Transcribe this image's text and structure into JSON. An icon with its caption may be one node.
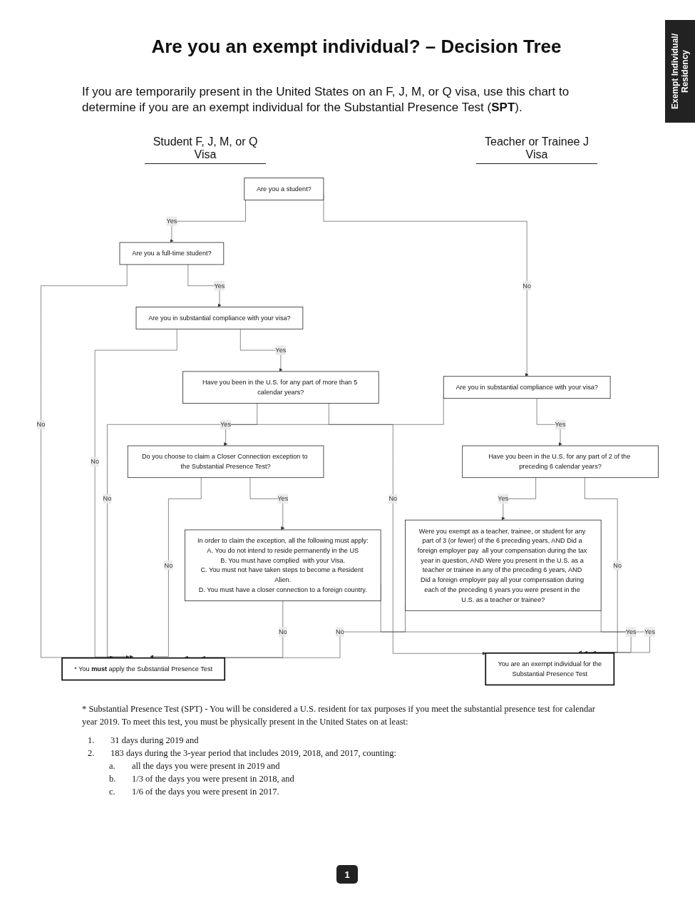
{
  "diagram": {
    "title": "Are you an exempt individual? – Decision Tree",
    "nodes": [
      {
        "text": [
          "Are you a full-time student?"
        ]
      },
      {
        "text": [
          "Are you in substantial compliance with your visa?"
        ]
      },
      {
        "text": [
          "Have you been in the U.S. for any part of more than 5 calendar years?"
        ]
      },
      {
        "text": [
          "Do you choose to claim a Closer Connection exception to the Substantial Presence Test?"
        ]
      },
      {
        "text": [
          "In order to claim the exception, all the following must apply:",
          "A. You do not intend to reside permanently in the US",
          "B. You must have complied  with your Visa.",
          "C. You must not have taken steps to become a Resident Alien.",
          "D. You must have a closer connection to a foreign country."
        ]
      },
      {
        "text": [
          "You are an exempt individual for the",
          "Substantial Presence Test"
        ]
      },
      {
        "text": [
          "* You **must** apply the Substantial Presence Test"
        ]
      },
      {
        "text": [
          "Are you a student?"
        ]
      },
      {
        "text": [
          "Are you in substantial compliance with your visa?"
        ]
      },
      {
        "text": [
          "Have you been in the U.S. for any part of 2 of the preceding 6 calendar years?"
        ]
      },
      {
        "text": [
          "Were you exempt as a teacher, trainee, or student for any part of 3 (or fewer) of the 6 preceding years, AND Did a foreign employer pay  all your compensation during the tax year in question, AND Were you present in the U.S. as a teacher or trainee in any of the preceding 6 years, AND Did a foreign employer pay all your compensation during each of the preceding 6 years you were present in the U.S. as a teacher or trainee?"
        ]
      }
    ],
    "edges": [
      {
        "from": 0,
        "to": 6,
        "arrow": "to",
        "label": "No"
      },
      {
        "from": 0,
        "to": 1,
        "arrow": "to",
        "label": "Yes"
      },
      {
        "from": 7,
        "to": 0,
        "arrow": "to",
        "label": "Yes"
      },
      {
        "from": 7,
        "to": 8,
        "arrow": "to",
        "label": "No"
      },
      {
        "from": 1,
        "to": 6,
        "arrow": "to",
        "label": "No"
      },
      {
        "from": 1,
        "to": 2,
        "arrow": "to",
        "label": "Yes"
      },
      {
        "from": 8,
        "to": 9,
        "arrow": "to",
        "label": "Yes"
      },
      {
        "from": 8,
        "to": 6,
        "arrow": "to",
        "label": "No"
      },
      {
        "from": 2,
        "to": 3,
        "arrow": "to",
        "label": "Yes"
      },
      {
        "from": 2,
        "to": 5,
        "arrow": "to",
        "label": "No"
      },
      {
        "from": 9,
        "to": 5,
        "arrow": "to",
        "label": "No"
      },
      {
        "from": 9,
        "to": 10,
        "arrow": "to",
        "label": "Yes"
      },
      {
        "from": 3,
        "to": 6,
        "arrow": "to",
        "label": "No"
      },
      {
        "from": 3,
        "to": 4,
        "arrow": "to",
        "label": "Yes"
      },
      {
        "from": 4,
        "to": 6,
        "arrow": "to",
        "label": "No"
      },
      {
        "from": 4,
        "to": 5,
        "arrow": "to",
        "label": "Yes"
      },
      {
        "from": 10,
        "to": 5,
        "arrow": "to",
        "label": "Yes"
      },
      {
        "from": 10,
        "to": 6,
        "arrow": "to",
        "label": "No"
      }
    ],
    "labels": [
      "Exempt Individual/ Residency",
      "If you are temporarily present in the United States on an F, J, M, or Q visa, use this chart to determine if you are an exempt individual for the Substantial Presence Test (**SPT**).",
      "Student F, J, M, or Q Visa",
      "Teacher or Trainee J Visa",
      "* Substantial Presence Test (SPT) - You will be considered a U.S. resident for tax purposes if you meet the substantial presence test for calendar year 2019.  To meet this test, you must be physically present in the United States on at least:",
      "1.",
      "31 days during 2019 and",
      "2.",
      "183 days during the 3-year period that includes 2019, 2018, and 2017, counting:",
      "a.",
      "all the days you were present in 2019 and",
      "b.",
      "1/3  of the days you were present in 2018, and",
      "c.",
      "1/6  of the days you were present in 2017.",
      "1"
    ]
  }
}
